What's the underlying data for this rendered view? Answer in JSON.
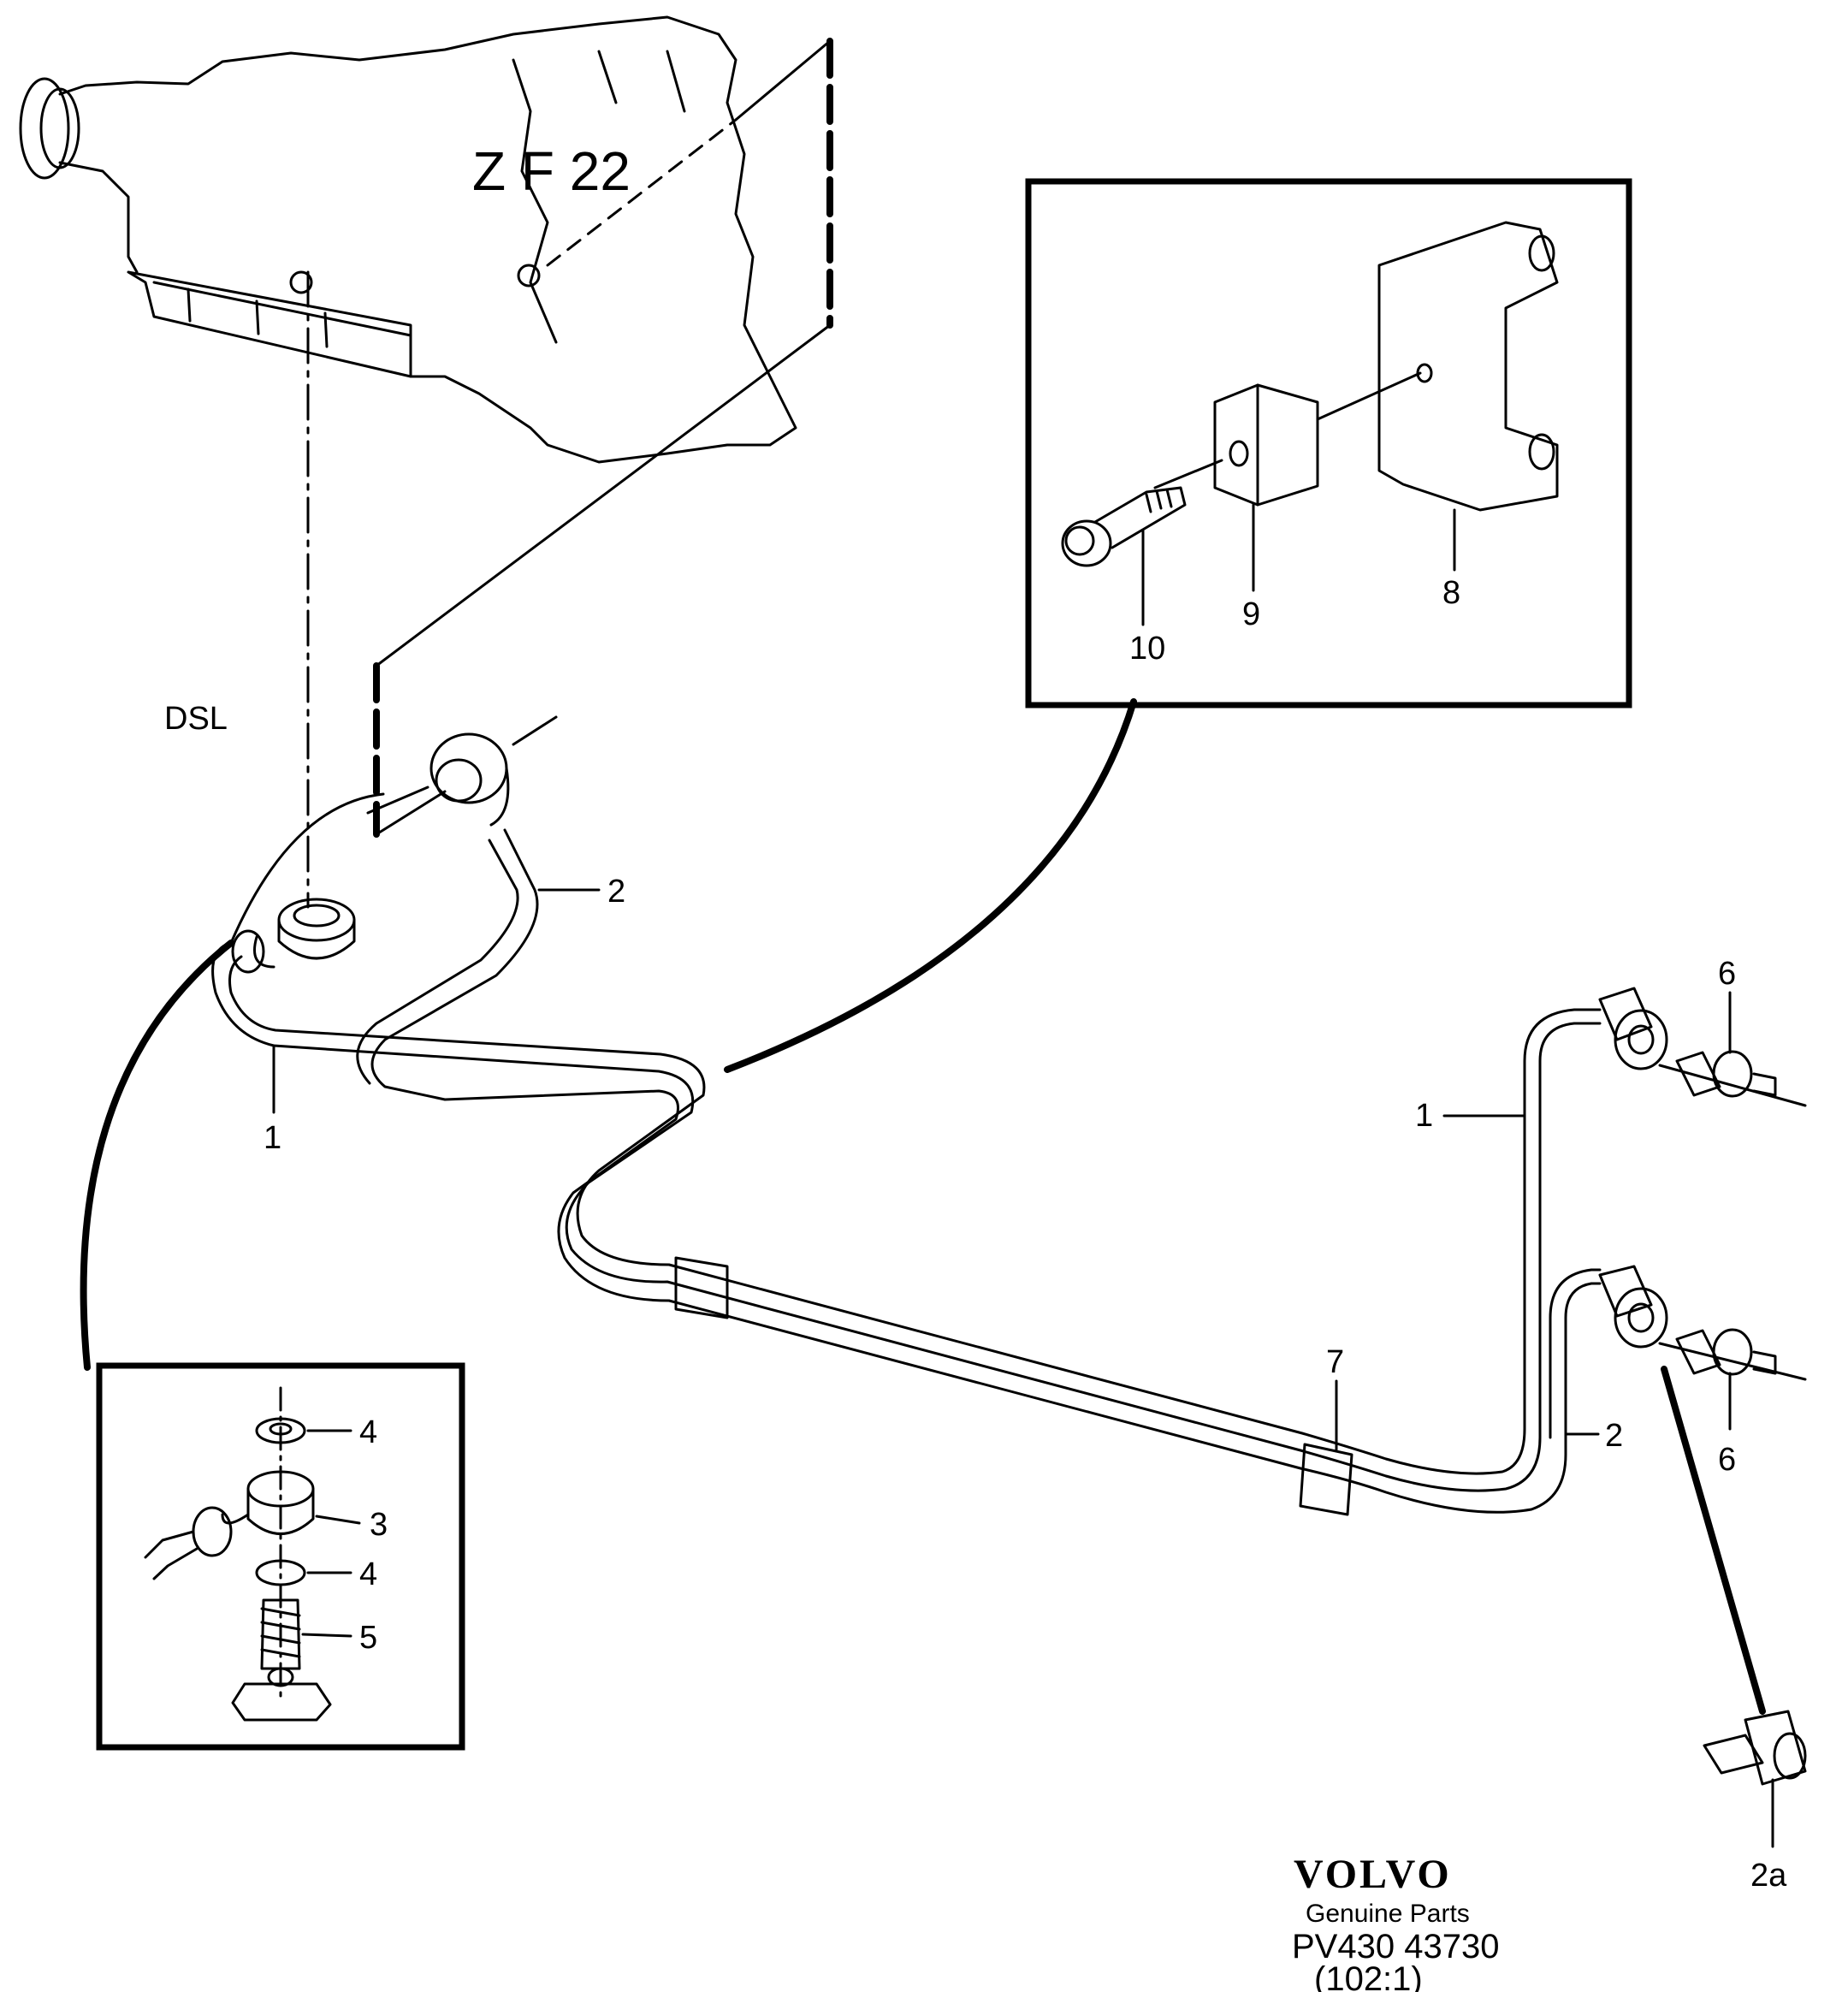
{
  "model_label": "Z F 22",
  "variant_label": "DSL",
  "callouts": {
    "c1_left": "1",
    "c2_left": "2",
    "c1_right": "1",
    "c2_right": "2",
    "c2a": "2a",
    "c3": "3",
    "c4_top": "4",
    "c4_bottom": "4",
    "c5": "5",
    "c6_top": "6",
    "c6_bottom": "6",
    "c7": "7",
    "c8": "8",
    "c9": "9",
    "c10": "10"
  },
  "footer": {
    "brand": "VOLVO",
    "subtitle": "Genuine Parts",
    "code": "PV430 43730",
    "scale": "(102:1)"
  }
}
